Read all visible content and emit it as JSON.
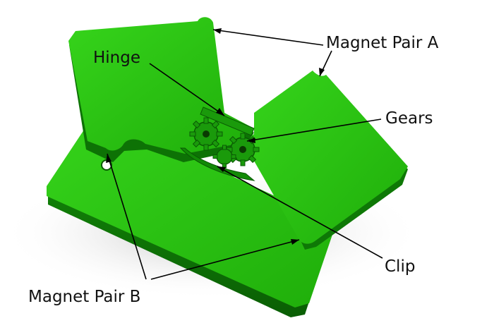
{
  "labels": {
    "magnet_pair_a": "Magnet Pair A",
    "hinge": "Hinge",
    "gears": "Gears",
    "clip": "Clip",
    "magnet_pair_b": "Magnet Pair B"
  },
  "colors": {
    "green_top": "#27c20f",
    "green_side": "#0f7a06",
    "green_dark": "#0a5a04",
    "shadow": "#c9c9c9",
    "line": "#000000"
  }
}
